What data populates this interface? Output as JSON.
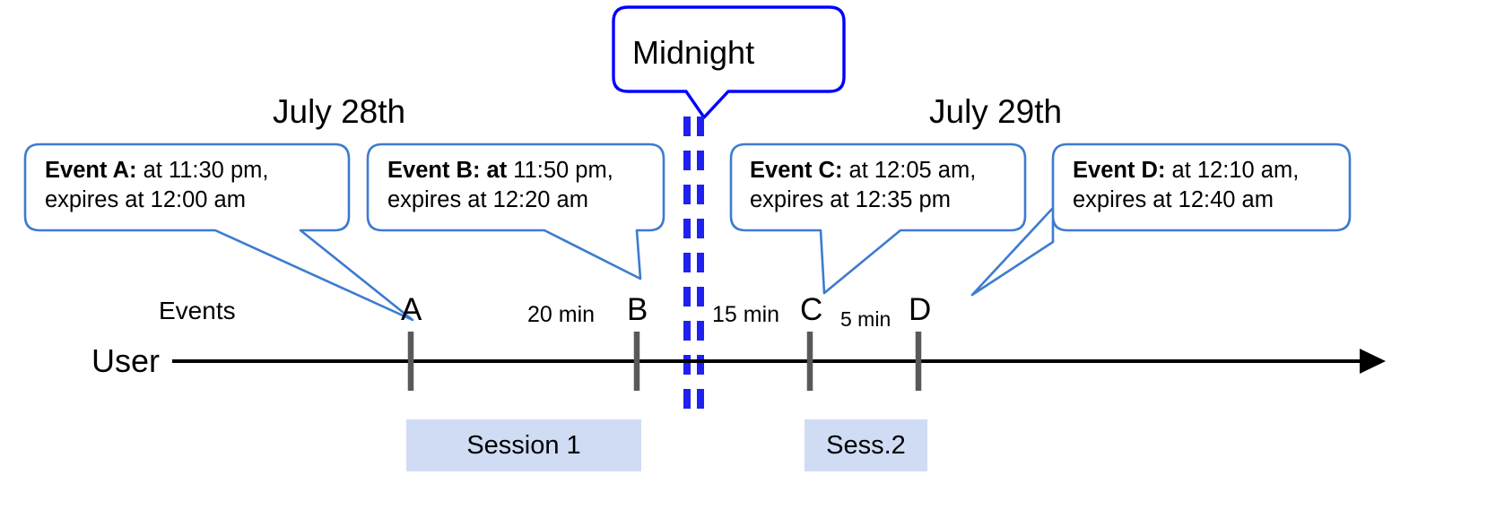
{
  "diagram": {
    "title": "Event expiry across midnight session timeline",
    "colors": {
      "callout_border": "#3d7bd0",
      "midnight_border": "#0000ff",
      "midnight_dash": "#2020f0",
      "session_fill": "#cfdcf4",
      "axis": "#000000",
      "tick": "#595959",
      "leader_line": "#3d7bd0"
    }
  },
  "dates": {
    "left": "July 28th",
    "right": "July 29th"
  },
  "midnight": {
    "label": "Midnight"
  },
  "rows": {
    "events_label": "Events",
    "user_label": "User"
  },
  "callouts": [
    {
      "id": "event-a",
      "bold": "Event A:",
      "rest": " at 11:30 pm,",
      "line2": "expires at 12:00 am"
    },
    {
      "id": "event-b",
      "bold": "Event B: at",
      "rest": " 11:50 pm,",
      "line2": "expires at 12:20 am"
    },
    {
      "id": "event-c",
      "bold": "Event C:",
      "rest": " at 12:05 am,",
      "line2": "expires at 12:35 pm"
    },
    {
      "id": "event-d",
      "bold": "Event D:",
      "rest": "  at 12:10 am,",
      "line2": "expires at 12:40 am"
    }
  ],
  "events": [
    {
      "letter": "A",
      "time": "11:30 pm"
    },
    {
      "letter": "B",
      "time": "11:50 pm"
    },
    {
      "letter": "C",
      "time": "12:05 am"
    },
    {
      "letter": "D",
      "time": "12:10 am"
    }
  ],
  "intervals": [
    {
      "id": "a-to-b",
      "label": "20 min"
    },
    {
      "id": "b-to-c",
      "label": "15 min"
    },
    {
      "id": "c-to-d",
      "label": "5 min"
    }
  ],
  "sessions": [
    {
      "id": "session-1",
      "label": "Session 1"
    },
    {
      "id": "session-2",
      "label": "Sess.2"
    }
  ]
}
